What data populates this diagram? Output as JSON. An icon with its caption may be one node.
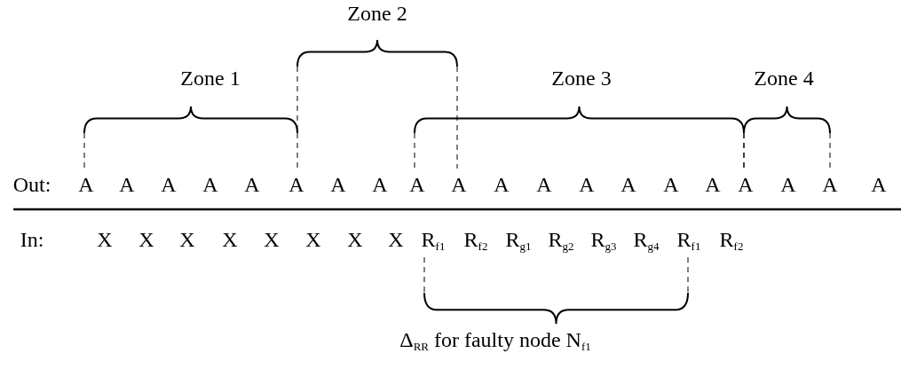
{
  "diagram": {
    "labels": [
      "Zone 2",
      "Zone 1",
      "Zone 3",
      "Zone 4",
      "Out:",
      "A",
      "A",
      "A",
      "A",
      "A",
      "A",
      "A",
      "A",
      "A",
      "A",
      "A",
      "A",
      "A",
      "A",
      "A",
      "A",
      "A",
      "A",
      "A",
      "A",
      "In:",
      "X",
      "X",
      "X",
      "X",
      "X",
      "X",
      "X",
      "X",
      "R$_{f1}$",
      "R$_{f2}$",
      "R$_{g1}$",
      "R$_{g2}$",
      "R$_{g3}$",
      "R$_{g4}$",
      "R$_{f1}$",
      "R$_{f2}$",
      "Δ$_{RR}$ for faulty node N$_{f1}$"
    ]
  }
}
